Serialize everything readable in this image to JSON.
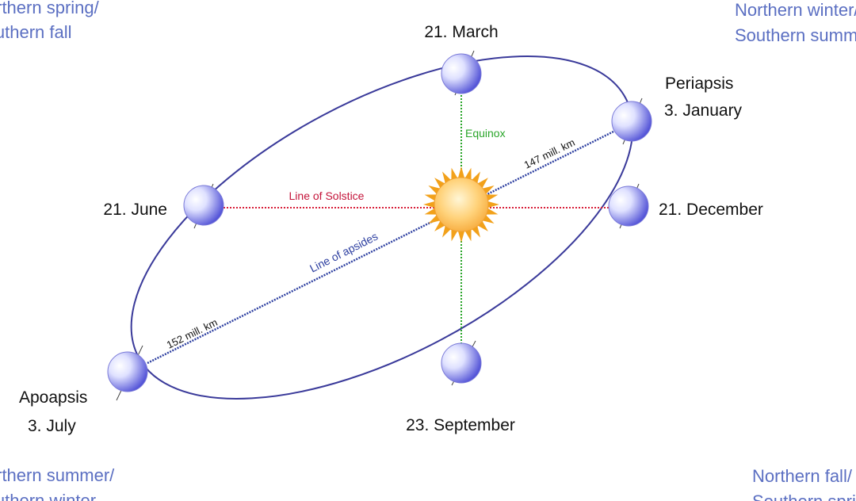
{
  "colors": {
    "orbit": "#3a3a9a",
    "solstice_line": "#d8203a",
    "equinox_line": "#2aa52a",
    "apsides_line": "#2d3fa0",
    "season_text": "#5b6fc2",
    "sun_core": "#ffd27a",
    "sun_rays": "#f2a11a",
    "planet_light": "#e6e8ff",
    "planet_dark": "#3b3bd0"
  },
  "labels": {
    "march": "21. March",
    "june": "21. June",
    "december": "21. December",
    "september": "23. September",
    "periapsis": "Periapsis",
    "periapsis_date": "3. January",
    "apoapsis": "Apoapsis",
    "apoapsis_date": "3. July",
    "equinox": "Equinox",
    "line_of_solstice": "Line of Solstice",
    "line_of_apsides": "Line of apsides",
    "dist_periapsis": "147 mill. km",
    "dist_apoapsis": "152 mill. km"
  },
  "seasons": {
    "top_left": [
      "Northern spring/",
      "Southern fall"
    ],
    "top_right": [
      "Northern winter/",
      "Southern summer"
    ],
    "bottom_left": [
      "Northern summer/",
      "Southern winter"
    ],
    "bottom_right": [
      "Northern fall/",
      "Southern spring"
    ]
  }
}
